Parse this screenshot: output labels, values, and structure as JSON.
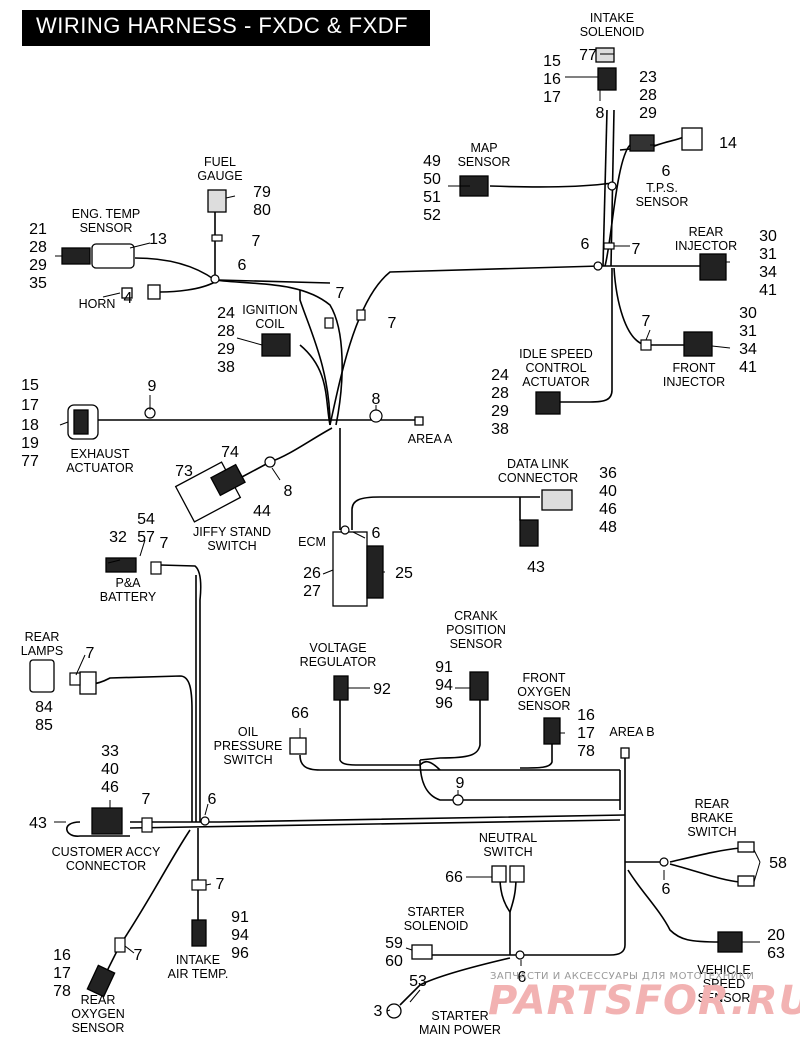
{
  "title": "WIRING HARNESS - FXDC & FXDF",
  "watermark": {
    "small": "ЗАПЧАСТИ И АКСЕССУАРЫ ДЛЯ МОТОТЕХНИКИ",
    "big": "PARTSFOR.RU"
  },
  "labels": {
    "intake_solenoid": [
      "INTAKE",
      "SOLENOID"
    ],
    "fuel_gauge": [
      "FUEL",
      "GAUGE"
    ],
    "eng_temp_sensor": [
      "ENG. TEMP",
      "SENSOR"
    ],
    "horn": "HORN",
    "ignition_coil": [
      "IGNITION",
      "COIL"
    ],
    "map_sensor": [
      "MAP",
      "SENSOR"
    ],
    "tps_sensor": [
      "T.P.S.",
      "SENSOR"
    ],
    "rear_injector": [
      "REAR",
      "INJECTOR"
    ],
    "front_injector": [
      "FRONT",
      "INJECTOR"
    ],
    "idle_speed": [
      "IDLE SPEED",
      "CONTROL",
      "ACTUATOR"
    ],
    "exhaust_actuator": [
      "EXHAUST",
      "ACTUATOR"
    ],
    "area_a": "AREA A",
    "jiffy_stand": [
      "JIFFY STAND",
      "SWITCH"
    ],
    "data_link": [
      "DATA LINK",
      "CONNECTOR"
    ],
    "ecm": "ECM",
    "pa_battery": [
      "P&A",
      "BATTERY"
    ],
    "rear_lamps": [
      "REAR",
      "LAMPS"
    ],
    "voltage_regulator": [
      "VOLTAGE",
      "REGULATOR"
    ],
    "crank_position": [
      "CRANK",
      "POSITION",
      "SENSOR"
    ],
    "front_oxygen": [
      "FRONT",
      "OXYGEN",
      "SENSOR"
    ],
    "oil_pressure": [
      "OIL",
      "PRESSURE",
      "SWITCH"
    ],
    "area_b": "AREA B",
    "rear_brake": [
      "REAR",
      "BRAKE",
      "SWITCH"
    ],
    "customer_accy": [
      "CUSTOMER ACCY",
      "CONNECTOR"
    ],
    "neutral_switch": [
      "NEUTRAL",
      "SWITCH"
    ],
    "starter_solenoid": [
      "STARTER",
      "SOLENOID"
    ],
    "intake_air_temp": [
      "INTAKE",
      "AIR TEMP."
    ],
    "vehicle_speed": [
      "VEHICLE",
      "SPEED",
      "SENSOR"
    ],
    "rear_oxygen": [
      "REAR",
      "OXYGEN",
      "SENSOR"
    ],
    "starter_main_power": [
      "STARTER",
      "MAIN POWER"
    ]
  },
  "callouts": {
    "c77": "77",
    "c15a": "15",
    "c16a": "16",
    "c17a": "17",
    "c8a": "8",
    "c23": "23",
    "c28a": "28",
    "c29a": "29",
    "c14": "14",
    "c6a": "6",
    "c49": "49",
    "c50": "50",
    "c51": "51",
    "c52": "52",
    "c79": "79",
    "c80": "80",
    "c7a": "7",
    "c6b": "6",
    "c21": "21",
    "c28b": "28",
    "c29b": "29",
    "c35": "35",
    "c13": "13",
    "c4": "4",
    "c24a": "24",
    "c28c": "28",
    "c29c": "29",
    "c38a": "38",
    "c7b": "7",
    "c7c": "7",
    "c6c": "6",
    "c7d": "7",
    "c30a": "30",
    "c31a": "31",
    "c34a": "34",
    "c41a": "41",
    "c7e": "7",
    "c30b": "30",
    "c31b": "31",
    "c34b": "34",
    "c41b": "41",
    "c24b": "24",
    "c28d": "28",
    "c29d": "29",
    "c38b": "38",
    "c15b": "15",
    "c17b": "17",
    "c18": "18",
    "c19": "19",
    "c77b": "77",
    "c9a": "9",
    "c8b": "8",
    "c74": "74",
    "c73": "73",
    "c44": "44",
    "c8c": "8",
    "c36": "36",
    "c40a": "40",
    "c46a": "46",
    "c48": "48",
    "c43a": "43",
    "c6d": "6",
    "c26": "26",
    "c27": "27",
    "c25": "25",
    "c54": "54",
    "c57": "57",
    "c32": "32",
    "c7f": "7",
    "c7g": "7",
    "c84": "84",
    "c85": "85",
    "c92": "92",
    "c91a": "91",
    "c94a": "94",
    "c96a": "96",
    "c16b": "16",
    "c17c": "17",
    "c78a": "78",
    "c66a": "66",
    "c9b": "9",
    "c33": "33",
    "c40b": "40",
    "c46b": "46",
    "c7h": "7",
    "c6e": "6",
    "c43b": "43",
    "c58": "58",
    "c6f": "6",
    "c66b": "66",
    "c7i": "7",
    "c91b": "91",
    "c94b": "94",
    "c96b": "96",
    "c59": "59",
    "c60": "60",
    "c6g": "6",
    "c20": "20",
    "c63": "63",
    "c53": "53",
    "c3": "3",
    "c16c": "16",
    "c17d": "17",
    "c78b": "78",
    "c7j": "7"
  }
}
